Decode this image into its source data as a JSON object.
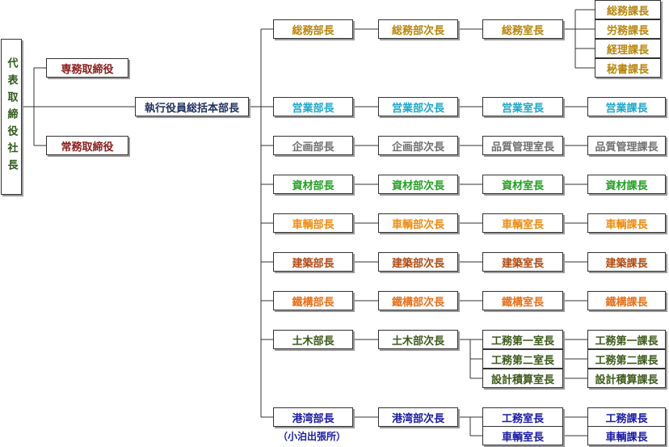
{
  "president": "代表取締役社長",
  "executives": {
    "senmu": "専務取締役",
    "jomu": "常務取締役"
  },
  "hq": "執行役員総括本部長",
  "departments": {
    "general": {
      "head": "総務部長",
      "deputy": "総務部次長",
      "office": "総務室長",
      "sections": [
        "総務課長",
        "労務課長",
        "経理課長",
        "秘書課長"
      ]
    },
    "sales": {
      "head": "営業部長",
      "deputy": "営業部次長",
      "office": "営業室長",
      "section": "営業課長"
    },
    "planning": {
      "head": "企画部長",
      "deputy": "企画部次長",
      "office": "品質管理室長",
      "section": "品質管理課長"
    },
    "materials": {
      "head": "資材部長",
      "deputy": "資材部次長",
      "office": "資材室長",
      "section": "資材課長"
    },
    "vehicles": {
      "head": "車輌部長",
      "deputy": "車輌部次長",
      "office": "車輌室長",
      "section": "車輌課長"
    },
    "construction": {
      "head": "建築部長",
      "deputy": "建築部次長",
      "office": "建築室長",
      "section": "建築課長"
    },
    "steel": {
      "head": "鐵構部長",
      "deputy": "鐵構部次長",
      "office": "鐵構室長",
      "section": "鐵構課長"
    },
    "civil": {
      "head": "土木部長",
      "deputy": "土木部次長",
      "offices": [
        "工務第一室長",
        "工務第二室長",
        "設計積算室長"
      ],
      "sections": [
        "工務第一課長",
        "工務第二課長",
        "設計積算課長"
      ]
    },
    "port": {
      "head": "港湾部長",
      "deputy": "港湾部次長",
      "note": "（小泊出張所）",
      "offices": [
        "工務室長",
        "車輌室長"
      ],
      "sections": [
        "工務課長",
        "車輌課長"
      ]
    }
  }
}
